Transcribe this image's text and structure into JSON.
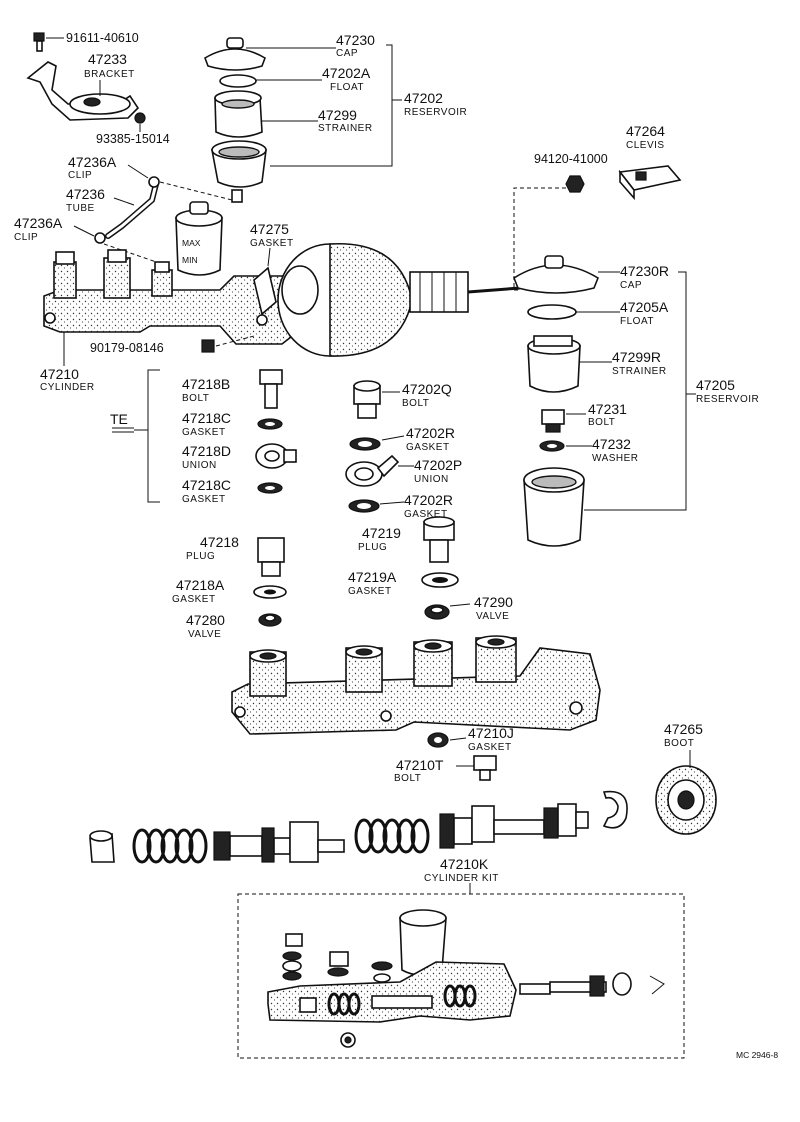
{
  "labels": {
    "p91611": "91611-40610",
    "p47233": "47233",
    "p47233_name": "BRACKET",
    "p93385": "93385-15014",
    "p47230": "47230",
    "p47230_name": "CAP",
    "p47202A": "47202A",
    "p47202A_name": "FLOAT",
    "p47299": "47299",
    "p47299_name": "STRAINER",
    "p47202": "47202",
    "p47202_name": "RESERVOIR",
    "p47236A_top": "47236A",
    "p47236A_top_name": "CLIP",
    "p47236": "47236",
    "p47236_name": "TUBE",
    "p47236A_bot": "47236A",
    "p47236A_bot_name": "CLIP",
    "p47275": "47275",
    "p47275_name": "GASKET",
    "p47264": "47264",
    "p47264_name": "CLEVIS",
    "p94120": "94120-41000",
    "p47230R": "47230R",
    "p47230R_name": "CAP",
    "p47205A": "47205A",
    "p47205A_name": "FLOAT",
    "p47299R": "47299R",
    "p47299R_name": "STRAINER",
    "p47205": "47205",
    "p47205_name": "RESERVOIR",
    "p47231": "47231",
    "p47231_name": "BOLT",
    "p47232": "47232",
    "p47232_name": "WASHER",
    "p90179": "90179-08146",
    "p47210": "47210",
    "p47210_name": "CYLINDER",
    "te": "TE",
    "p47218B": "47218B",
    "p47218B_name": "BOLT",
    "p47218C_1": "47218C",
    "p47218C_1_name": "GASKET",
    "p47218D": "47218D",
    "p47218D_name": "UNION",
    "p47218C_2": "47218C",
    "p47218C_2_name": "GASKET",
    "p47202Q": "47202Q",
    "p47202Q_name": "BOLT",
    "p47202R_1": "47202R",
    "p47202R_1_name": "GASKET",
    "p47202P": "47202P",
    "p47202P_name": "UNION",
    "p47202R_2": "47202R",
    "p47202R_2_name": "GASKET",
    "p47218": "47218",
    "p47218_name": "PLUG",
    "p47218A": "47218A",
    "p47218A_name": "GASKET",
    "p47280": "47280",
    "p47280_name": "VALVE",
    "p47219": "47219",
    "p47219_name": "PLUG",
    "p47219A": "47219A",
    "p47219A_name": "GASKET",
    "p47290": "47290",
    "p47290_name": "VALVE",
    "p47265": "47265",
    "p47265_name": "BOOT",
    "p47210J": "47210J",
    "p47210J_name": "GASKET",
    "p47210T": "47210T",
    "p47210T_name": "BOLT",
    "p47210K": "47210K",
    "p47210K_name": "CYLINDER KIT",
    "code": "MC 2946-8"
  }
}
